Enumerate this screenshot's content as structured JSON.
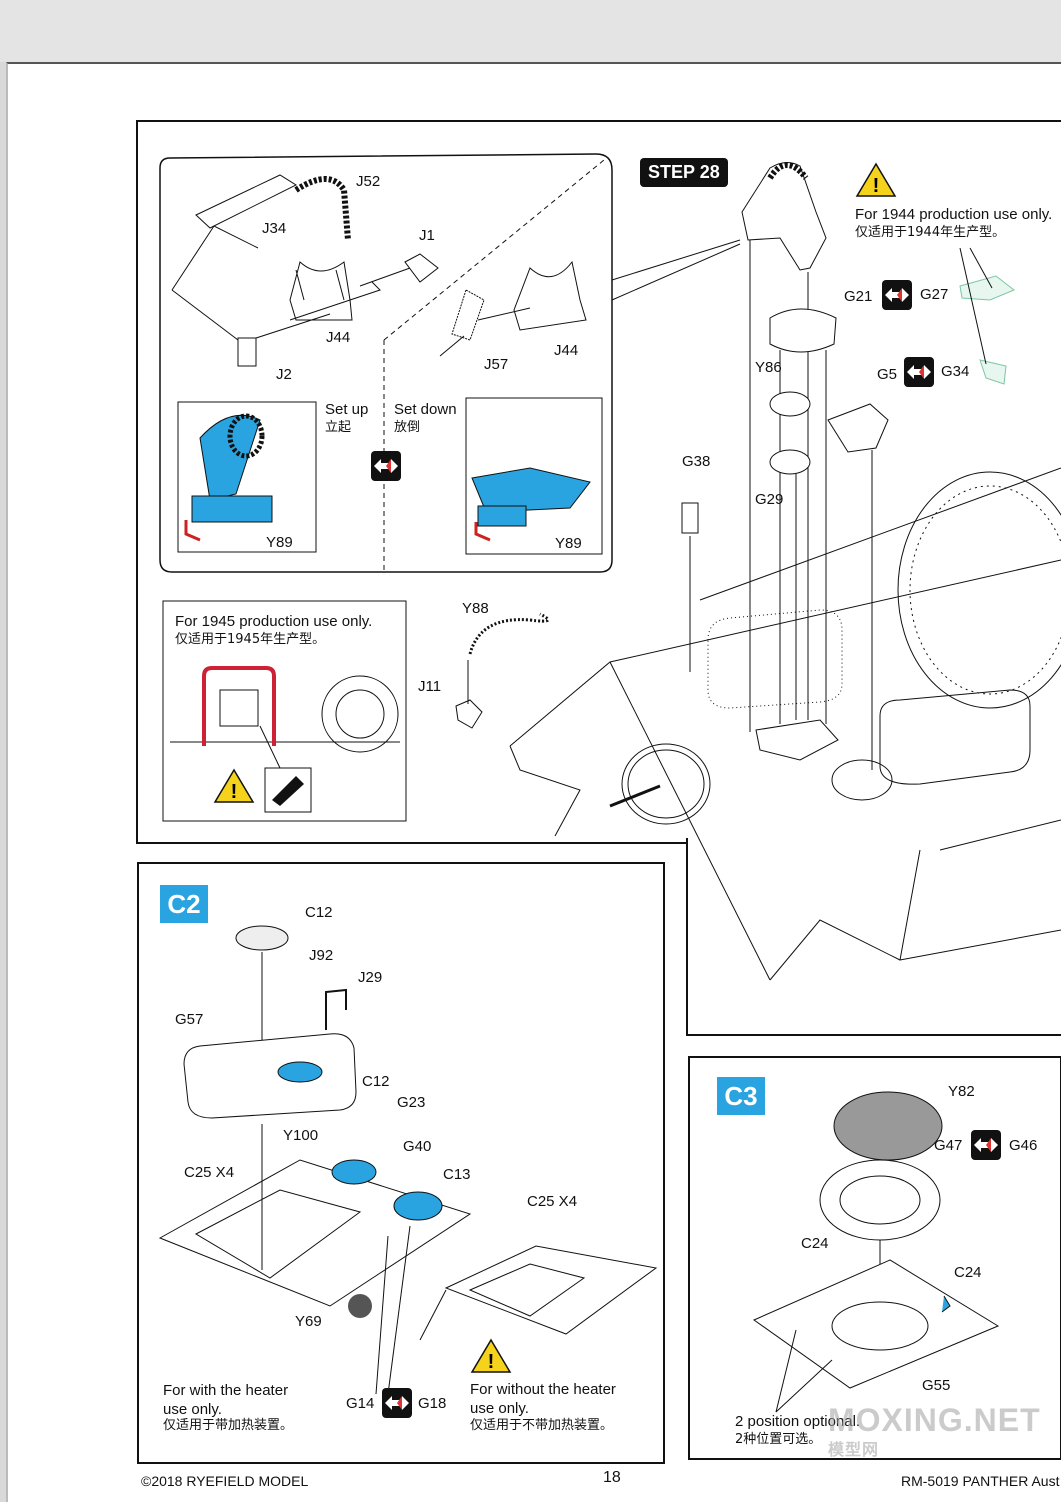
{
  "step": {
    "label": "STEP 28"
  },
  "step_parts": {
    "inset_labels": [
      "J52",
      "J34",
      "J1",
      "J44",
      "J2",
      "J57",
      "J44"
    ],
    "set_up": "Set up",
    "set_up_cn": "立起",
    "set_down": "Set down",
    "set_down_cn": "放倒",
    "y89_a": "Y89",
    "y89_b": "Y89",
    "note_1944": "For 1944 production use only.",
    "note_1944_cn": "仅适用于1944年生产型。",
    "g21": "G21",
    "g27": "G27",
    "g5": "G5",
    "g34": "G34",
    "y86": "Y86",
    "g29": "G29",
    "g38": "G38",
    "y88": "Y88",
    "j11": "J11",
    "note_1945": "For 1945 production use only.",
    "note_1945_cn": "仅适用于1945年生产型。"
  },
  "c2": {
    "badge": "C2",
    "labels": {
      "c12_top": "C12",
      "j92": "J92",
      "j29": "J29",
      "g57": "G57",
      "c12_mid": "C12",
      "g23": "G23",
      "y100": "Y100",
      "g40": "G40",
      "c25_left": "C25 X4",
      "c13": "C13",
      "c25_right": "C25 X4",
      "y69": "Y69",
      "g14": "G14",
      "g18": "G18"
    },
    "note_heater": "For with the heater use only.",
    "note_heater_cn": "仅适用于带加热装置。",
    "note_noheater": "For without the heater use only.",
    "note_noheater_cn": "仅适用于不带加热装置。"
  },
  "c3": {
    "badge": "C3",
    "labels": {
      "y82": "Y82",
      "g47": "G47",
      "g46": "G46",
      "c24_left": "C24",
      "c24_right": "C24",
      "g55": "G55"
    },
    "note": "2 position optional.",
    "note_cn": "2种位置可选。"
  },
  "footer": {
    "copyright": "©2018 RYEFIELD MODEL",
    "page_number": "18",
    "product": "RM-5019 PANTHER Aust"
  },
  "watermark": {
    "text": "MOXING.NET",
    "sub": "模型网"
  },
  "colors": {
    "highlight": "#2aa4e0",
    "warning": "#f5d21c",
    "swap_arrow": "#d33"
  }
}
